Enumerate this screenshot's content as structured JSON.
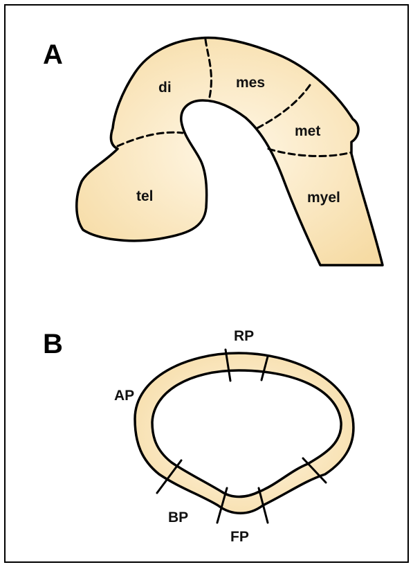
{
  "panels": {
    "a": {
      "letter": "A",
      "regions": {
        "di": "di",
        "mes": "mes",
        "met": "met",
        "tel": "tel",
        "myel": "myel"
      }
    },
    "b": {
      "letter": "B",
      "regions": {
        "rp": "RP",
        "ap": "AP",
        "bp": "BP",
        "fp": "FP"
      }
    }
  },
  "colors": {
    "tissue_fill_center": "#fff7e6",
    "tissue_fill_edge": "#f7dfad",
    "outline": "#000000",
    "frame": "#000000"
  }
}
